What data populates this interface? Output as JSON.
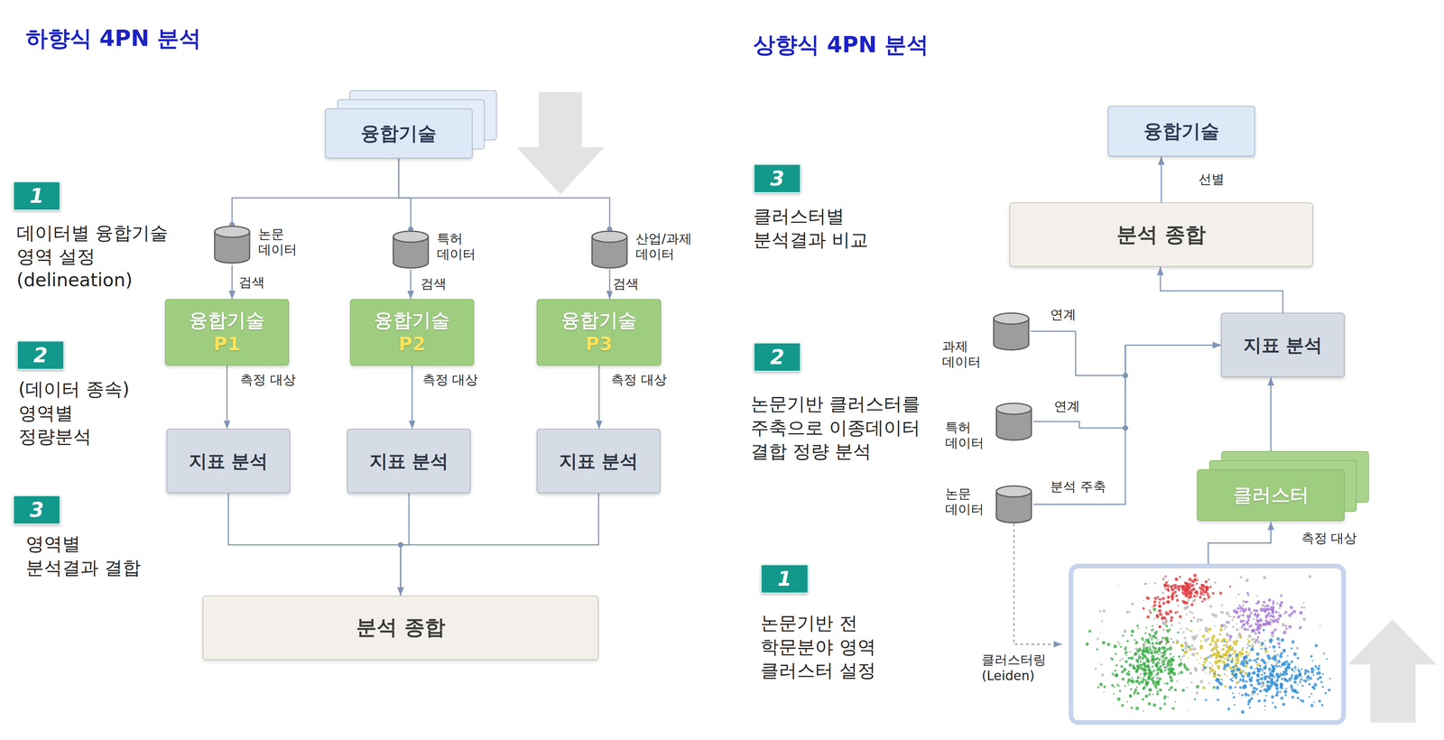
{
  "diagram": {
    "nodes": [
      {
        "text": [
          "1"
        ]
      },
      {
        "text": [
          "융합기술"
        ]
      },
      {
        "text": [
          "논문 데이터"
        ]
      },
      {
        "text": [
          "특허 데이터"
        ]
      },
      {
        "text": [
          "산업/과제 데이터"
        ]
      },
      {
        "text": [
          "융합기술",
          "P1"
        ]
      },
      {
        "text": [
          "융합기술",
          "P2"
        ]
      },
      {
        "text": [
          "융합기술",
          "P3"
        ]
      },
      {
        "text": [
          "2"
        ]
      },
      {
        "text": [
          "지표 분석"
        ]
      },
      {
        "text": [
          "지표 분석"
        ]
      },
      {
        "text": [
          "지표 분석"
        ]
      },
      {
        "text": [
          "3"
        ]
      },
      {
        "text": [
          "분석 종합"
        ]
      },
      {
        "text": [
          "융합기술"
        ]
      },
      {
        "text": [
          "3"
        ]
      },
      {
        "text": [
          "분석 종합"
        ]
      },
      {
        "text": [
          "과제 데이터"
        ]
      },
      {
        "text": [
          "지표 분석"
        ]
      },
      {
        "text": [
          "2"
        ]
      },
      {
        "text": [
          "특허 데이터"
        ]
      },
      {
        "text": [
          "클러스터"
        ]
      },
      {
        "text": [
          "논문 데이터"
        ]
      },
      {
        "text": [
          "1"
        ]
      }
    ],
    "edges": [
      {
        "from": 1,
        "to": 2,
        "arrow": "none"
      },
      {
        "from": 1,
        "to": 3,
        "arrow": "none"
      },
      {
        "from": 1,
        "to": 4,
        "arrow": "none"
      },
      {
        "from": 2,
        "to": 5,
        "label": "검색",
        "arrow": "to"
      },
      {
        "from": 3,
        "to": 6,
        "label": "검색",
        "arrow": "to"
      },
      {
        "from": 4,
        "to": 7,
        "label": "검색",
        "arrow": "to"
      },
      {
        "from": 5,
        "to": 9,
        "label": "측정 대상",
        "arrow": "to"
      },
      {
        "from": 6,
        "to": 10,
        "label": "측정 대상",
        "arrow": "to"
      },
      {
        "from": 7,
        "to": 11,
        "label": "측정 대상",
        "arrow": "to"
      },
      {
        "from": 9,
        "to": 13,
        "arrow": "to"
      },
      {
        "from": 10,
        "to": 13,
        "arrow": "to"
      },
      {
        "from": 11,
        "to": 13,
        "arrow": "to"
      },
      {
        "from": 17,
        "to": 18,
        "label": "연계",
        "arrow": "to"
      },
      {
        "from": 20,
        "to": 18,
        "label": "연계",
        "arrow": "to"
      },
      {
        "from": 22,
        "to": 18,
        "label": "분석 주축",
        "arrow": "to"
      },
      {
        "from": 21,
        "to": 18,
        "arrow": "to"
      },
      {
        "from": 18,
        "to": 16,
        "arrow": "to"
      },
      {
        "from": 16,
        "to": 14,
        "label": "선별",
        "arrow": "to"
      }
    ],
    "labels": [
      "하향식 4PN 분석",
      "데이터별 융합기술 영역 설정 (delineation)",
      "(데이터 종속) 영역별 정량분석",
      "영역별 분석결과 결합",
      "상향식 4PN 분석",
      "클러스터별 분석결과 비교",
      "논문기반 클러스터를 주축으로 이종데이터 결합 정량 분석",
      "논문기반 전 학문분야 영역 클러스터 설정",
      "클러스터링 (Leiden)",
      "측정 대상"
    ]
  }
}
